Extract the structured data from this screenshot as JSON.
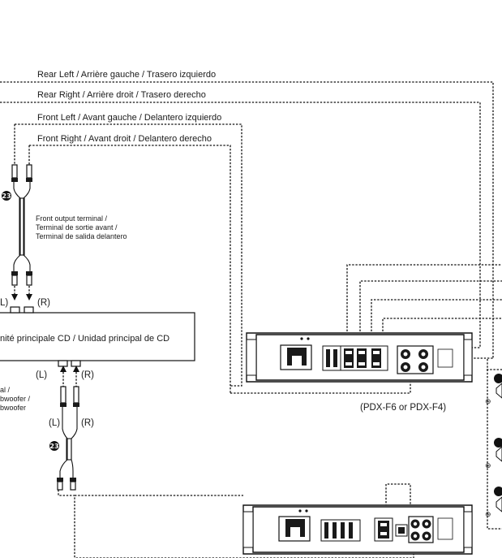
{
  "labels": {
    "rear_left": "Rear Left / Arrière gauche / Trasero izquierdo",
    "rear_right": "Rear Right / Arrière droit / Trasero derecho",
    "front_left": "Front Left / Avant gauche / Delantero izquierdo",
    "front_right": "Front Right / Avant droit / Delantero derecho",
    "front_output_1": "Front output terminal /",
    "front_output_2": "Terminal de sortie avant /",
    "front_output_3": "Terminal de salida delantero",
    "head_unit": "nité principale CD / Unidad principal de CD",
    "sub_1": "al /",
    "sub_2": "bwoofer /",
    "sub_3": "bwoofer",
    "left_marker": "(L)",
    "right_marker": "(R)",
    "left_marker_top": "L)",
    "model": "(PDX-F6 or PDX-F4)",
    "callout_cable": "23"
  }
}
